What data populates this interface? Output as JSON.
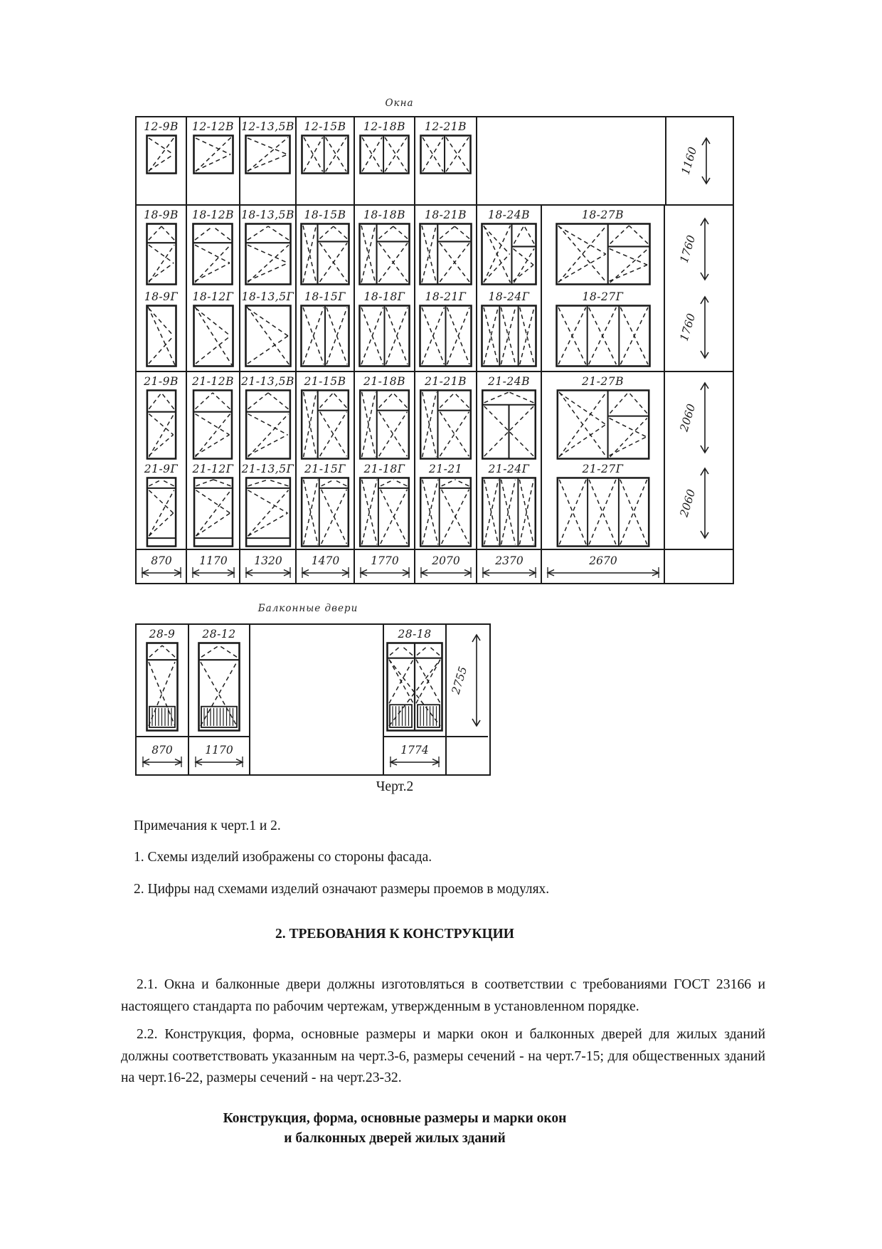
{
  "page": {
    "background": "#ffffff",
    "ink": "#1c1c1c"
  },
  "figure": {
    "windows": {
      "title": "Окна",
      "bands": [
        {
          "height_dims": [
            "1160"
          ],
          "rows": [
            {
              "cells": [
                {
                  "label": "12-9В",
                  "glyph": "v1"
                },
                {
                  "label": "12-12В",
                  "glyph": "v1"
                },
                {
                  "label": "12-13,5В",
                  "glyph": "v1"
                },
                {
                  "label": "12-15В",
                  "glyph": "x2"
                },
                {
                  "label": "12-18В",
                  "glyph": "x2"
                },
                {
                  "label": "12-21В",
                  "glyph": "x2"
                }
              ]
            }
          ]
        },
        {
          "height_dims": [
            "1760",
            "1760"
          ],
          "rows": [
            {
              "cells": [
                {
                  "label": "18-9В",
                  "glyph": "t1"
                },
                {
                  "label": "18-12В",
                  "glyph": "t1"
                },
                {
                  "label": "18-13,5В",
                  "glyph": "t1"
                },
                {
                  "label": "18-15В",
                  "glyph": "st1"
                },
                {
                  "label": "18-18В",
                  "glyph": "st1"
                },
                {
                  "label": "18-21В",
                  "glyph": "st1"
                },
                {
                  "label": "18-24В",
                  "glyph": "bg"
                },
                {
                  "label": "18-27В",
                  "glyph": "bg"
                }
              ]
            },
            {
              "cells": [
                {
                  "label": "18-9Г",
                  "glyph": "g1"
                },
                {
                  "label": "18-12Г",
                  "glyph": "g1"
                },
                {
                  "label": "18-13,5Г",
                  "glyph": "g1"
                },
                {
                  "label": "18-15Г",
                  "glyph": "g2"
                },
                {
                  "label": "18-18Г",
                  "glyph": "g2"
                },
                {
                  "label": "18-21Г",
                  "glyph": "g2"
                },
                {
                  "label": "18-24Г",
                  "glyph": "g3"
                },
                {
                  "label": "18-27Г",
                  "glyph": "g3"
                }
              ]
            }
          ]
        },
        {
          "height_dims": [
            "2060",
            "2060"
          ],
          "rows": [
            {
              "cells": [
                {
                  "label": "21-9В",
                  "glyph": "t1"
                },
                {
                  "label": "21-12В",
                  "glyph": "t1"
                },
                {
                  "label": "21-13,5В",
                  "glyph": "t1"
                },
                {
                  "label": "21-15В",
                  "glyph": "st1"
                },
                {
                  "label": "21-18В",
                  "glyph": "st1"
                },
                {
                  "label": "21-21В",
                  "glyph": "st1"
                },
                {
                  "label": "21-24В",
                  "glyph": "t2c"
                },
                {
                  "label": "21-27В",
                  "glyph": "bg"
                }
              ]
            },
            {
              "cells": [
                {
                  "label": "21-9Г",
                  "glyph": "tg1"
                },
                {
                  "label": "21-12Г",
                  "glyph": "tg1"
                },
                {
                  "label": "21-13,5Г",
                  "glyph": "tg1"
                },
                {
                  "label": "21-15Г",
                  "glyph": "tg2"
                },
                {
                  "label": "21-18Г",
                  "glyph": "tg2"
                },
                {
                  "label": "21-21",
                  "glyph": "tg2"
                },
                {
                  "label": "21-24Г",
                  "glyph": "g3"
                },
                {
                  "label": "21-27Г",
                  "glyph": "g3"
                }
              ]
            }
          ]
        }
      ],
      "width_labels": [
        "870",
        "1170",
        "1320",
        "1470",
        "1770",
        "2070",
        "2370",
        "2670"
      ]
    },
    "doors": {
      "title": "Балконные двери",
      "cells": [
        {
          "label": "28-9",
          "glyph": "d1",
          "width_label": "870"
        },
        {
          "label": "28-12",
          "glyph": "d1",
          "width_label": "1170"
        },
        {
          "label": "",
          "glyph": "",
          "width_label": ""
        },
        {
          "label": "28-18",
          "glyph": "d2",
          "width_label": "1774"
        }
      ],
      "height_dim": "2755"
    },
    "caption": "Черт.2"
  },
  "notes": {
    "intro": "Примечания к черт.1 и 2.",
    "items": [
      "1. Схемы изделий изображены со стороны фасада.",
      "2. Цифры над схемами изделий означают размеры проемов в модулях."
    ]
  },
  "section": {
    "heading": "2. ТРЕБОВАНИЯ К КОНСТРУКЦИИ",
    "paragraphs": [
      "2.1. Окна и балконные двери должны изготовляться в соответствии с требованиями ГОСТ 23166 и настоящего стандарта по рабочим чертежам, утвержденным в установленном порядке.",
      "2.2. Конструкция, форма, основные размеры и марки окон и балконных дверей для жилых зданий должны соответствовать указанным на черт.3-6, размеры сечений - на черт.7-15; для общественных зданий на черт.16-22, размеры сечений - на черт.23-32."
    ],
    "subheading_lines": [
      "Конструкция, форма, основные размеры и марки окон",
      "и балконных дверей жилых зданий"
    ]
  }
}
